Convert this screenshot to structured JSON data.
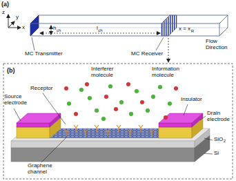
{
  "diagram": {
    "labels": [
      "(a)",
      "z",
      "y",
      "x",
      "h",
      "ch",
      "l",
      "ch",
      "x = x",
      "R",
      "Flow Direction",
      "MC Transmitter",
      "MC Receiver",
      "(b)",
      "Interferer molecule",
      "Information molecule",
      "Receptor",
      "Source electrode",
      "Insulator",
      "Drain electrode",
      "Graphene channel",
      "SiO",
      "2",
      "Si"
    ]
  }
}
